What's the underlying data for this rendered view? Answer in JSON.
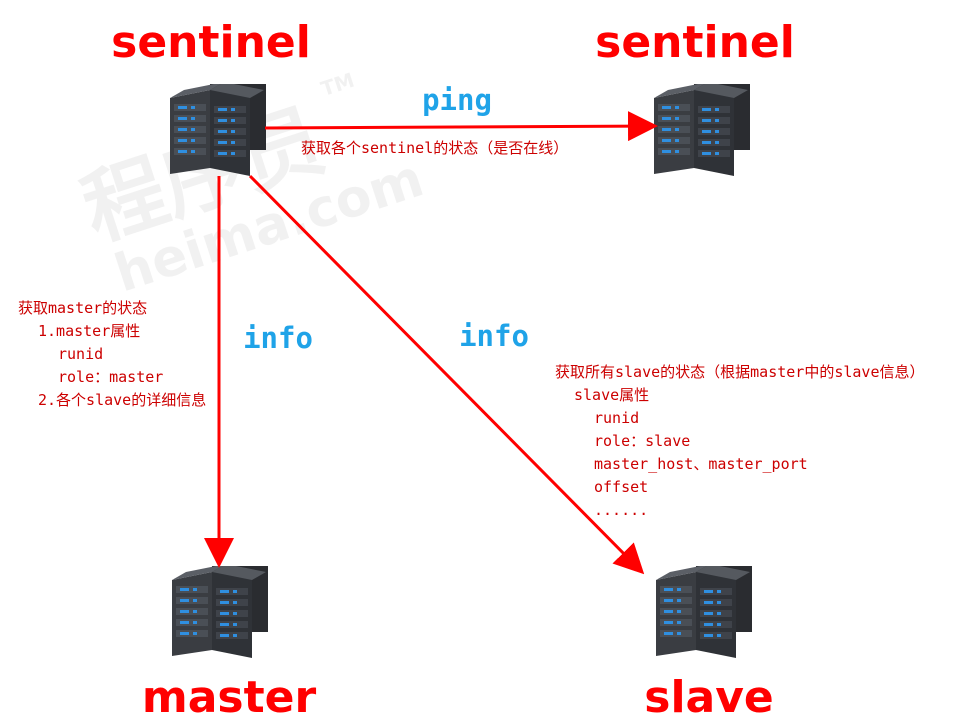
{
  "nodes": {
    "sentinel_a": {
      "label": "sentinel"
    },
    "sentinel_b": {
      "label": "sentinel"
    },
    "master": {
      "label": "master"
    },
    "slave": {
      "label": "slave"
    }
  },
  "edges": {
    "ping": {
      "label": "ping",
      "note": "获取各个sentinel的状态（是否在线）"
    },
    "info_master": {
      "label": "info",
      "note": [
        "获取master的状态",
        "1.master属性",
        "runid",
        "role：master",
        "2.各个slave的详细信息"
      ]
    },
    "info_slave": {
      "label": "info",
      "note": [
        "获取所有slave的状态（根据master中的slave信息）",
        "slave属性",
        "runid",
        "role：slave",
        "master_host、master_port",
        "offset",
        "......"
      ]
    }
  },
  "watermark": {
    "text": "程序员",
    "sub": "heima.com",
    "mark": "TM"
  },
  "colors": {
    "arrow": "#ff0000",
    "node_label": "#ff0000",
    "edge_label": "#1fa3e8",
    "note": "#cc0000",
    "server_body": "#3a3d42",
    "server_led": "#2f8fe0"
  },
  "icons": {
    "server": "server-rack-icon"
  }
}
